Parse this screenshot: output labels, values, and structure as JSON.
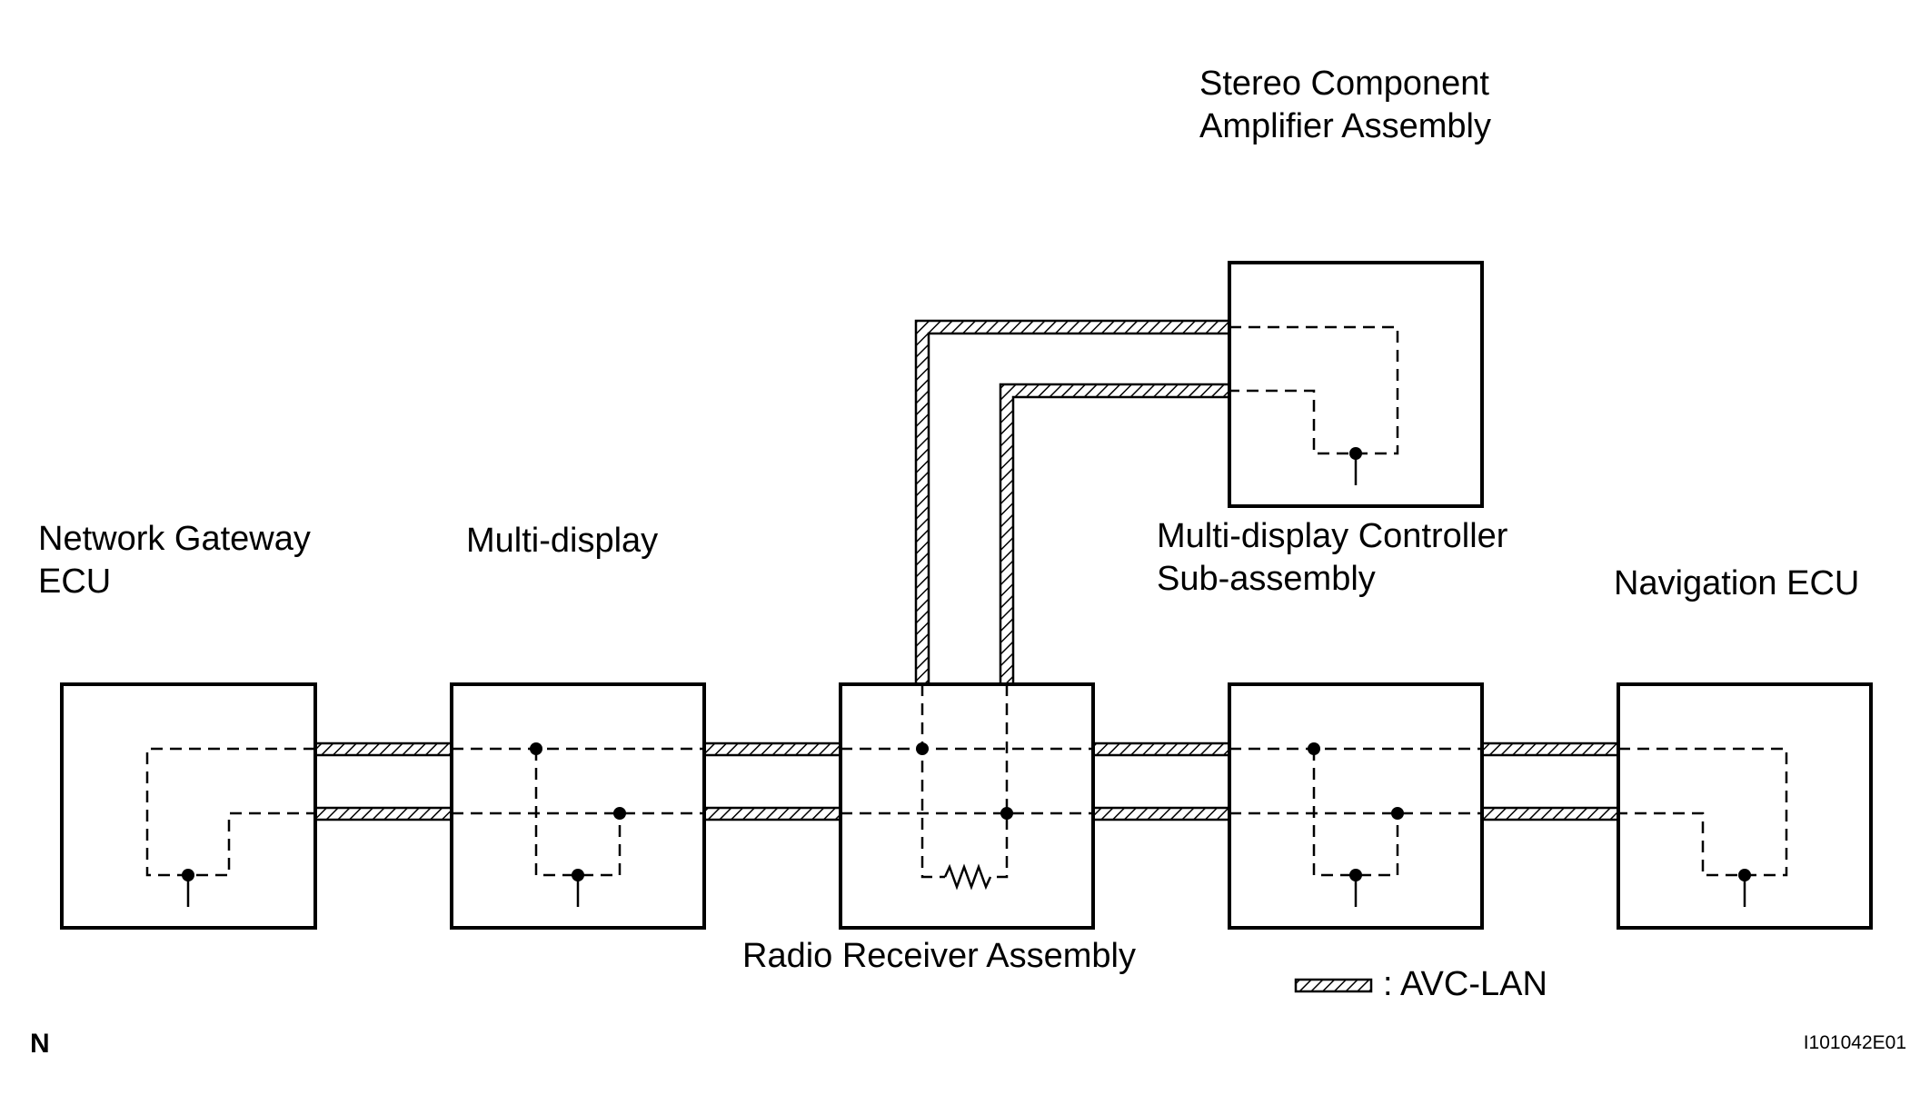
{
  "labels": {
    "network_gateway_ecu": [
      "Network Gateway",
      "ECU"
    ],
    "multi_display": [
      "Multi-display"
    ],
    "radio_receiver_assembly": [
      "Radio Receiver Assembly"
    ],
    "multi_display_controller": [
      "Multi-display Controller",
      "Sub-assembly"
    ],
    "stereo_component_amplifier": [
      "Stereo Component",
      "Amplifier Assembly"
    ],
    "navigation_ecu": [
      "Navigation ECU"
    ]
  },
  "legend": {
    "symbol": "hatched-cable-icon",
    "text": ": AVC-LAN"
  },
  "corner_mark": "N",
  "figure_code": "I101042E01",
  "colors": {
    "line": "#000000",
    "background": "#ffffff"
  }
}
